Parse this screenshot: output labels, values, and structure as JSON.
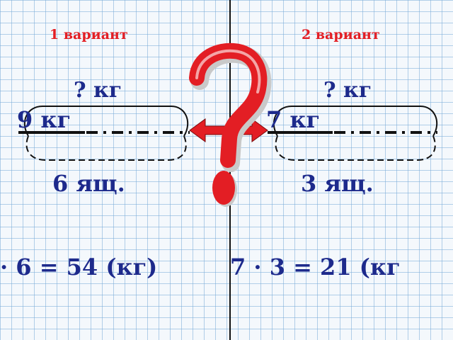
{
  "variant1": {
    "title": "1 вариант",
    "question": "? кг",
    "weight": "9 кг",
    "boxes": "6 ящ.",
    "equation": "· 6 = 54 (кг)"
  },
  "variant2": {
    "title": "2 вариант",
    "question": "? кг",
    "weight": "7 кг",
    "boxes": "3 ящ.",
    "equation": "7 · 3 = 21 (кг"
  },
  "colors": {
    "title_red": "#e31e24",
    "text_blue": "#1d2a8c",
    "question_mark_red": "#e31e24"
  },
  "icons": [
    "question-mark-icon",
    "double-arrow-icon"
  ]
}
